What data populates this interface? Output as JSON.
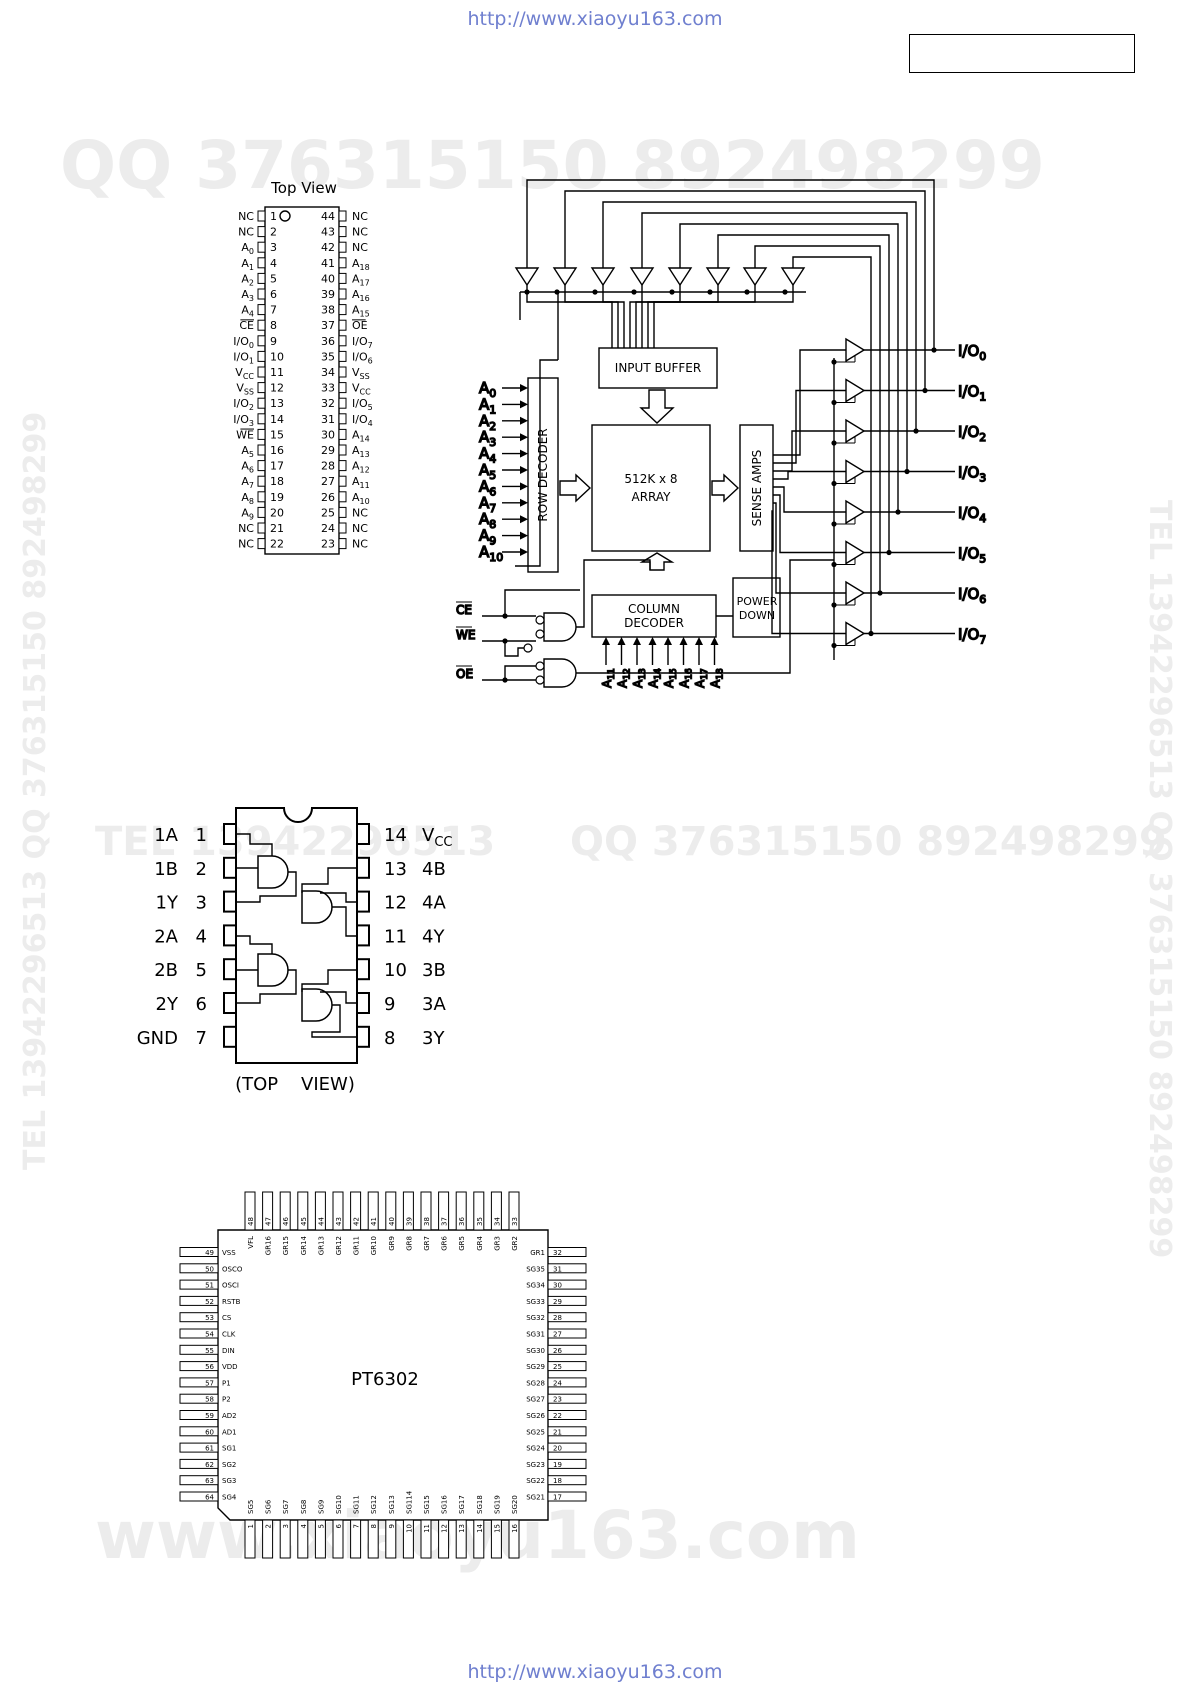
{
  "header_url": "http://www.xiaoyu163.com",
  "footer_url": "http://www.xiaoyu163.com",
  "watermarks": {
    "qq_top": "QQ 376315150   892498299",
    "tel_mid": "TEL 13942296513",
    "qq_mid": "QQ 376315150  892498299",
    "www_bottom": "www.xiaoyu163.com",
    "side_right": "TEL 13942296513 QQ 376315150 892498299",
    "side_left": "TEL 13942296513 QQ 376315150 892498299"
  },
  "sram_pinout": {
    "title": "Top View",
    "left_pins": [
      {
        "n": "1",
        "name": "NC"
      },
      {
        "n": "2",
        "name": "NC"
      },
      {
        "n": "3",
        "name": "A0"
      },
      {
        "n": "4",
        "name": "A1"
      },
      {
        "n": "5",
        "name": "A2"
      },
      {
        "n": "6",
        "name": "A3"
      },
      {
        "n": "7",
        "name": "A4"
      },
      {
        "n": "8",
        "name": "CE"
      },
      {
        "n": "9",
        "name": "I/O0"
      },
      {
        "n": "10",
        "name": "I/O1"
      },
      {
        "n": "11",
        "name": "VCC"
      },
      {
        "n": "12",
        "name": "VSS"
      },
      {
        "n": "13",
        "name": "I/O2"
      },
      {
        "n": "14",
        "name": "I/O3"
      },
      {
        "n": "15",
        "name": "WE"
      },
      {
        "n": "16",
        "name": "A5"
      },
      {
        "n": "17",
        "name": "A6"
      },
      {
        "n": "18",
        "name": "A7"
      },
      {
        "n": "19",
        "name": "A8"
      },
      {
        "n": "20",
        "name": "A9"
      },
      {
        "n": "21",
        "name": "NC"
      },
      {
        "n": "22",
        "name": "NC"
      }
    ],
    "right_pins": [
      {
        "n": "44",
        "name": "NC"
      },
      {
        "n": "43",
        "name": "NC"
      },
      {
        "n": "42",
        "name": "NC"
      },
      {
        "n": "41",
        "name": "A18"
      },
      {
        "n": "40",
        "name": "A17"
      },
      {
        "n": "39",
        "name": "A16"
      },
      {
        "n": "38",
        "name": "A15"
      },
      {
        "n": "37",
        "name": "OE"
      },
      {
        "n": "36",
        "name": "I/O7"
      },
      {
        "n": "35",
        "name": "I/O6"
      },
      {
        "n": "34",
        "name": "VSS"
      },
      {
        "n": "33",
        "name": "VCC"
      },
      {
        "n": "32",
        "name": "I/O5"
      },
      {
        "n": "31",
        "name": "I/O4"
      },
      {
        "n": "30",
        "name": "A14"
      },
      {
        "n": "29",
        "name": "A13"
      },
      {
        "n": "28",
        "name": "A12"
      },
      {
        "n": "27",
        "name": "A11"
      },
      {
        "n": "26",
        "name": "A10"
      },
      {
        "n": "25",
        "name": "NC"
      },
      {
        "n": "24",
        "name": "NC"
      },
      {
        "n": "23",
        "name": "NC"
      }
    ]
  },
  "block_diagram": {
    "input_buffer": "INPUT BUFFER",
    "row_decoder": "ROW DECODER",
    "array_line1": "512K x 8",
    "array_line2": "ARRAY",
    "sense_amps": "SENSE AMPS",
    "column_decoder_line1": "COLUMN",
    "column_decoder_line2": "DECODER",
    "power_down_line1": "POWER",
    "power_down_line2": "DOWN",
    "address_inputs": [
      "A0",
      "A1",
      "A2",
      "A3",
      "A4",
      "A5",
      "A6",
      "A7",
      "A8",
      "A9",
      "A10"
    ],
    "column_inputs": [
      "A11",
      "A12",
      "A13",
      "A14",
      "A15",
      "A16",
      "A17",
      "A18"
    ],
    "io_outputs": [
      "I/O0",
      "I/O1",
      "I/O2",
      "I/O3",
      "I/O4",
      "I/O5",
      "I/O6",
      "I/O7"
    ],
    "control_inputs": [
      "CE",
      "WE",
      "OE"
    ]
  },
  "gate_ic": {
    "left_pins": [
      {
        "name": "1A",
        "n": "1"
      },
      {
        "name": "1B",
        "n": "2"
      },
      {
        "name": "1Y",
        "n": "3"
      },
      {
        "name": "2A",
        "n": "4"
      },
      {
        "name": "2B",
        "n": "5"
      },
      {
        "name": "2Y",
        "n": "6"
      },
      {
        "name": "GND",
        "n": "7"
      }
    ],
    "right_pins": [
      {
        "n": "14",
        "name": "VCC"
      },
      {
        "n": "13",
        "name": "4B"
      },
      {
        "n": "12",
        "name": "4A"
      },
      {
        "n": "11",
        "name": "4Y"
      },
      {
        "n": "10",
        "name": "3B"
      },
      {
        "n": "9",
        "name": "3A"
      },
      {
        "n": "8",
        "name": "3Y"
      }
    ],
    "caption": "(TOP    VIEW)"
  },
  "qfp": {
    "chip_name": "PT6302",
    "top_pins": [
      {
        "n": "48",
        "name": "VFL"
      },
      {
        "n": "47",
        "name": "GR16"
      },
      {
        "n": "46",
        "name": "GR15"
      },
      {
        "n": "45",
        "name": "GR14"
      },
      {
        "n": "44",
        "name": "GR13"
      },
      {
        "n": "43",
        "name": "GR12"
      },
      {
        "n": "42",
        "name": "GR11"
      },
      {
        "n": "41",
        "name": "GR10"
      },
      {
        "n": "40",
        "name": "GR9"
      },
      {
        "n": "39",
        "name": "GR8"
      },
      {
        "n": "38",
        "name": "GR7"
      },
      {
        "n": "37",
        "name": "GR6"
      },
      {
        "n": "36",
        "name": "GR5"
      },
      {
        "n": "35",
        "name": "GR4"
      },
      {
        "n": "34",
        "name": "GR3"
      },
      {
        "n": "33",
        "name": "GR2"
      }
    ],
    "left_pins": [
      {
        "n": "49",
        "name": "VSS"
      },
      {
        "n": "50",
        "name": "OSCO"
      },
      {
        "n": "51",
        "name": "OSCI"
      },
      {
        "n": "52",
        "name": "RSTB"
      },
      {
        "n": "53",
        "name": "CS"
      },
      {
        "n": "54",
        "name": "CLK"
      },
      {
        "n": "55",
        "name": "DIN"
      },
      {
        "n": "56",
        "name": "VDD"
      },
      {
        "n": "57",
        "name": "P1"
      },
      {
        "n": "58",
        "name": "P2"
      },
      {
        "n": "59",
        "name": "AD2"
      },
      {
        "n": "60",
        "name": "AD1"
      },
      {
        "n": "61",
        "name": "SG1"
      },
      {
        "n": "62",
        "name": "SG2"
      },
      {
        "n": "63",
        "name": "SG3"
      },
      {
        "n": "64",
        "name": "SG4"
      }
    ],
    "right_pins": [
      {
        "n": "32",
        "name": "GR1"
      },
      {
        "n": "31",
        "name": "SG35"
      },
      {
        "n": "30",
        "name": "SG34"
      },
      {
        "n": "29",
        "name": "SG33"
      },
      {
        "n": "28",
        "name": "SG32"
      },
      {
        "n": "27",
        "name": "SG31"
      },
      {
        "n": "26",
        "name": "SG30"
      },
      {
        "n": "25",
        "name": "SG29"
      },
      {
        "n": "24",
        "name": "SG28"
      },
      {
        "n": "23",
        "name": "SG27"
      },
      {
        "n": "22",
        "name": "SG26"
      },
      {
        "n": "21",
        "name": "SG25"
      },
      {
        "n": "20",
        "name": "SG24"
      },
      {
        "n": "19",
        "name": "SG23"
      },
      {
        "n": "18",
        "name": "SG22"
      },
      {
        "n": "17",
        "name": "SG21"
      }
    ],
    "bottom_pins": [
      {
        "n": "1",
        "name": "SG5"
      },
      {
        "n": "2",
        "name": "SG6"
      },
      {
        "n": "3",
        "name": "SG7"
      },
      {
        "n": "4",
        "name": "SG8"
      },
      {
        "n": "5",
        "name": "SG9"
      },
      {
        "n": "6",
        "name": "SG10"
      },
      {
        "n": "7",
        "name": "SG11"
      },
      {
        "n": "8",
        "name": "SG12"
      },
      {
        "n": "9",
        "name": "SG13"
      },
      {
        "n": "10",
        "name": "SG114"
      },
      {
        "n": "11",
        "name": "SG15"
      },
      {
        "n": "12",
        "name": "SG16"
      },
      {
        "n": "13",
        "name": "SG17"
      },
      {
        "n": "14",
        "name": "SG18"
      },
      {
        "n": "15",
        "name": "SG19"
      },
      {
        "n": "16",
        "name": "SG20"
      }
    ]
  }
}
